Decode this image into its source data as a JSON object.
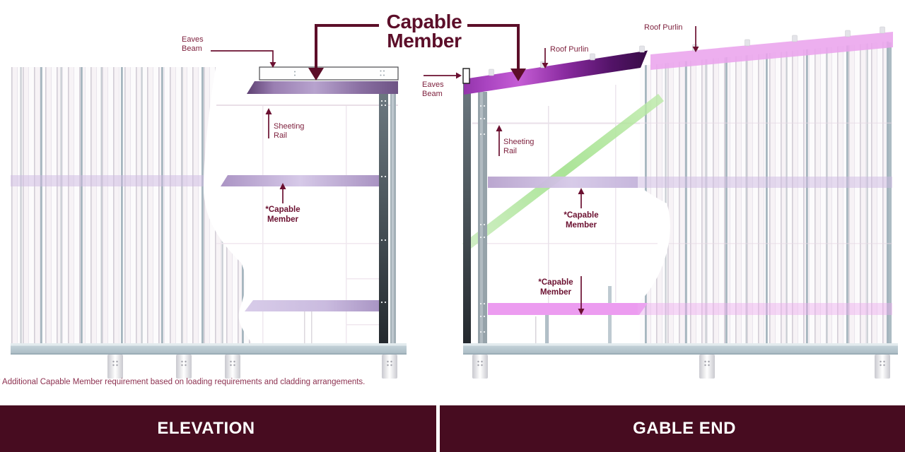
{
  "main_title": "Capable Member",
  "footnote": "* Additional Capable Member requirement based on loading requirements and cladding arrangements.",
  "panels": {
    "left": {
      "label": "ELEVATION"
    },
    "right": {
      "label": "GABLE END"
    }
  },
  "labels": {
    "eaves_beam": "Eaves Beam",
    "sheeting_rail": "Sheeting Rail",
    "roof_purlin": "Roof Purlin",
    "capable_member_starred": "*Capable Member"
  },
  "colors": {
    "maroon_bar": "#470c20",
    "title_maroon": "#5c0e29",
    "label_maroon": "#7d1f3c",
    "footnote_maroon": "#8d3150",
    "capable_beam_purple": "#8a6fa2",
    "roof_beam_magenta": "#c55dd5",
    "roof_band_pink": "#eba4ed",
    "band_lavender": "#cdb9e1",
    "band_bright_pink": "#ec9cf0",
    "brace_green": "#9adf82",
    "steel_gray": "#65727a",
    "base_channel_gray": "#b4c3cb"
  }
}
